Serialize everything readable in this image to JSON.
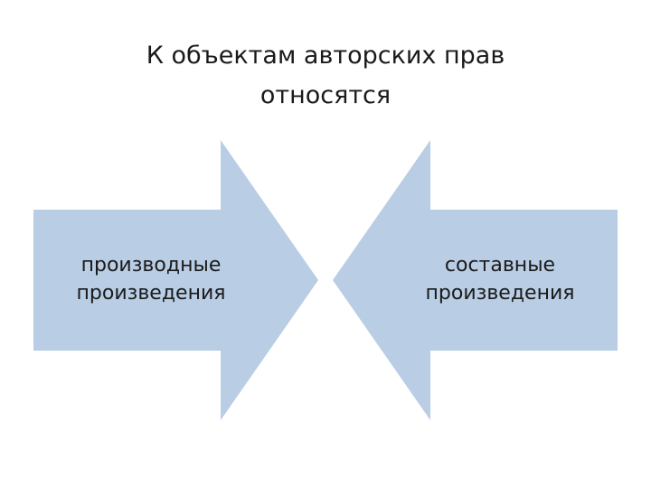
{
  "title": {
    "line1": "К объектам авторских прав",
    "line2": "относятся"
  },
  "arrows": [
    {
      "direction": "right",
      "line1": "производные",
      "line2": "произведения"
    },
    {
      "direction": "left",
      "line1": "составные",
      "line2": "произведения"
    }
  ],
  "colors": {
    "arrow_fill": "#b9cde5",
    "text": "#1a1a1a",
    "background": "#ffffff"
  }
}
